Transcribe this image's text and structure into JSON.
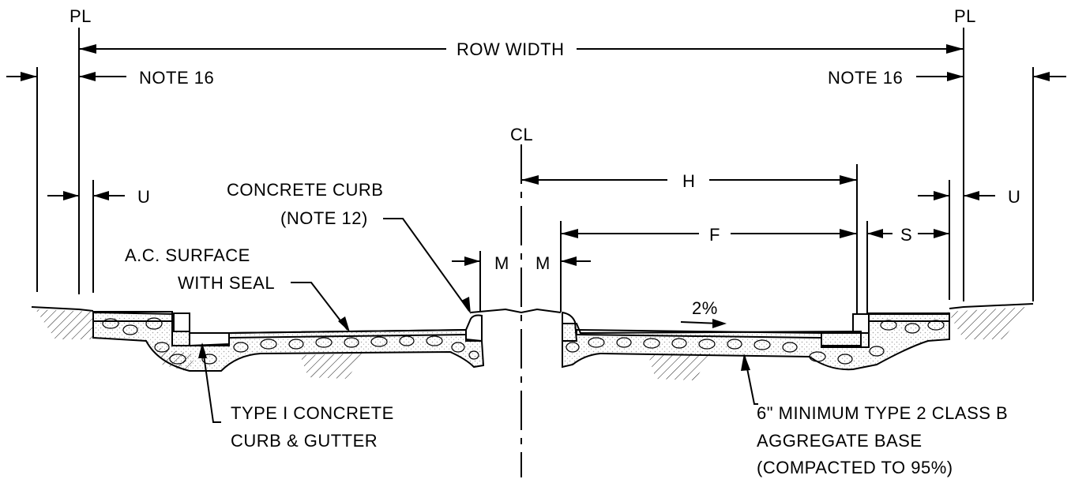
{
  "labels": {
    "pl_left": "PL",
    "pl_right": "PL",
    "cl": "CL",
    "row_width": "ROW WIDTH",
    "note16_left": "NOTE 16",
    "note16_right": "NOTE 16",
    "u_left": "U",
    "u_right": "U",
    "h": "H",
    "f": "F",
    "s": "S",
    "m_left": "M",
    "m_right": "M",
    "slope": "2%",
    "curb_line1": "CONCRETE CURB",
    "curb_line2": "(NOTE 12)",
    "ac_line1": "A.C. SURFACE",
    "ac_line2": "WITH SEAL",
    "gutter_line1": "TYPE I CONCRETE",
    "gutter_line2": "CURB & GUTTER",
    "base_line1": "6\" MINIMUM TYPE 2 CLASS B",
    "base_line2": "AGGREGATE BASE",
    "base_line3": "(COMPACTED TO 95%)"
  }
}
